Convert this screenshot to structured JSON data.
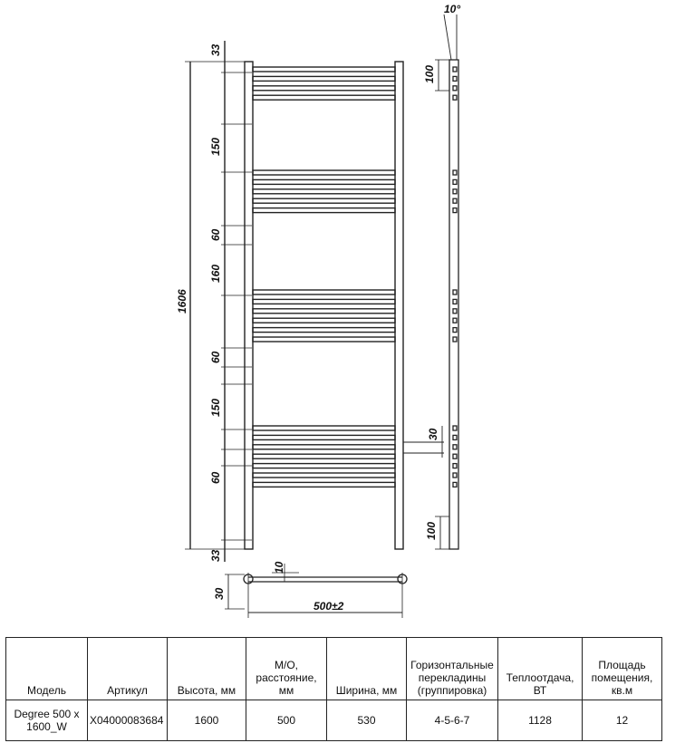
{
  "drawing": {
    "dims_front": {
      "top_offset": "33",
      "gap_1": "150",
      "gap_2": "60",
      "gap_3": "160",
      "gap_4": "60",
      "gap_5": "150",
      "gap_6": "60",
      "bottom_offset": "33",
      "overall_height": "1606"
    },
    "dims_side": {
      "tilt_angle": "10°",
      "top_bracket": "100",
      "mid_offset": "30",
      "bottom_bracket": "100"
    },
    "dims_bottom": {
      "depth": "30",
      "collector": "10",
      "width": "500±2"
    },
    "bar_groups": [
      4,
      5,
      6,
      7
    ]
  },
  "table": {
    "headers": [
      "Модель",
      "Артикул",
      "Высота, мм",
      "М/О, расстояние, мм",
      "Ширина, мм",
      "Горизонтальные перекладины (группировка)",
      "Теплоотдача, ВТ",
      "Площадь помещения, кв.м"
    ],
    "row": {
      "model": "Degree 500 x 1600_W",
      "article": "X04000083684",
      "height": "1600",
      "center_distance": "500",
      "width": "530",
      "bars": "4-5-6-7",
      "heat_output": "1128",
      "room_area": "12"
    }
  }
}
